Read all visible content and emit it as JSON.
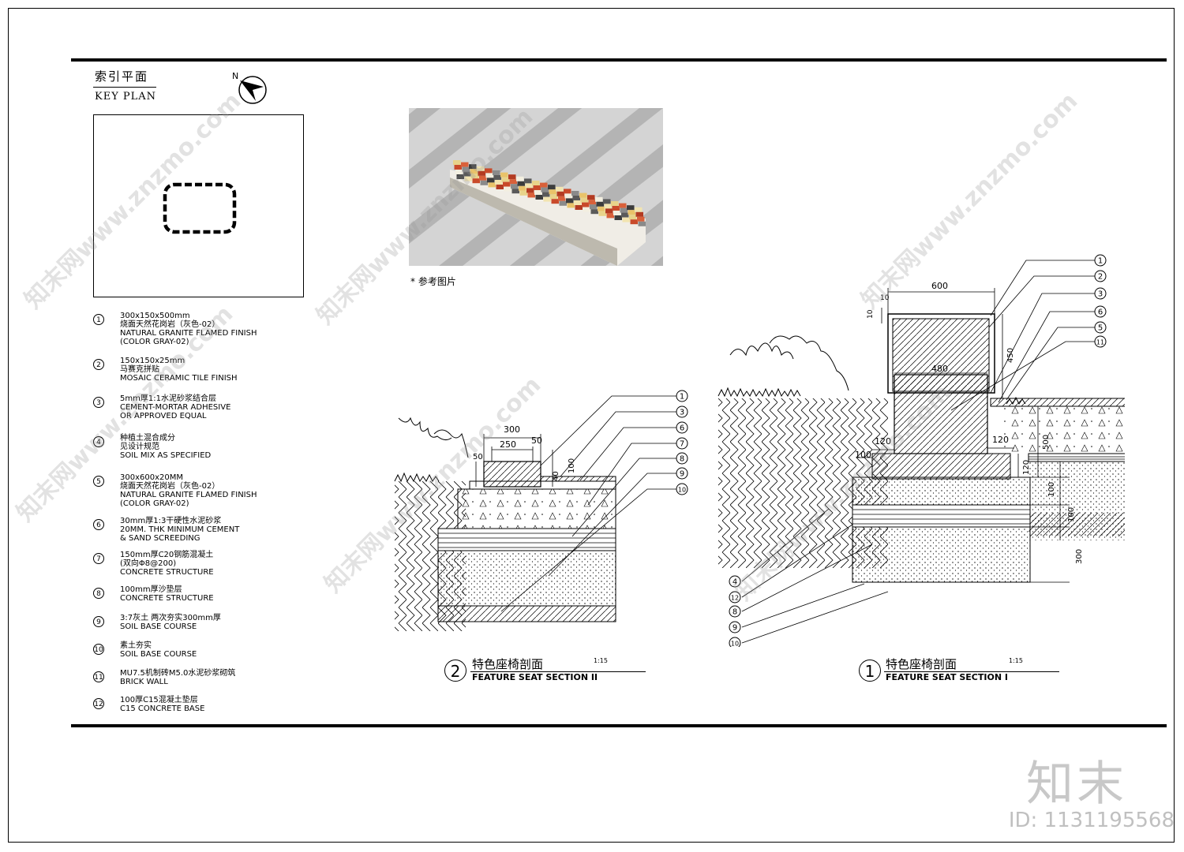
{
  "key_plan": {
    "title_cn": "索引平面",
    "title_en": "KEY PLAN",
    "north": "N"
  },
  "legend": [
    {
      "num": "1",
      "lines": [
        "300x150x500mm",
        "烧面天然花岗岩（灰色-02）",
        "NATURAL GRANITE FLAMED FINISH",
        "(COLOR GRAY-02)"
      ]
    },
    {
      "num": "2",
      "lines": [
        "150x150x25mm",
        "马赛克拼贴",
        "MOSAIC CERAMIC TILE FINISH"
      ]
    },
    {
      "num": "3",
      "lines": [
        "5mm厚1:1水泥砂浆结合层",
        "CEMENT-MORTAR ADHESIVE",
        "OR APPROVED EQUAL"
      ]
    },
    {
      "num": "4",
      "lines": [
        "种植土混合成分",
        "见设计规范",
        "SOIL MIX AS SPECIFIED"
      ]
    },
    {
      "num": "5",
      "lines": [
        "300x600x20MM",
        "烧面天然花岗岩（灰色-02）",
        "NATURAL GRANITE FLAMED FINISH",
        "(COLOR GRAY-02)"
      ]
    },
    {
      "num": "6",
      "lines": [
        "30mm厚1:3干硬性水泥砂浆",
        "20MM. THK MINIMUM CEMENT",
        "& SAND SCREEDING"
      ]
    },
    {
      "num": "7",
      "lines": [
        "150mm厚C20钢筋混凝土",
        "(双向Φ8@200)",
        "CONCRETE STRUCTURE"
      ]
    },
    {
      "num": "8",
      "lines": [
        "100mm厚沙垫层",
        "CONCRETE STRUCTURE"
      ]
    },
    {
      "num": "9",
      "lines": [
        "3:7灰土 两次夯实300mm厚",
        "SOIL BASE COURSE"
      ]
    },
    {
      "num": "10",
      "lines": [
        "素土夯实",
        "SOIL BASE COURSE"
      ]
    },
    {
      "num": "11",
      "lines": [
        "MU7.5机制砖M5.0水泥砂浆砌筑",
        "BRICK WALL"
      ]
    },
    {
      "num": "12",
      "lines": [
        "100厚C15混凝土垫层",
        "C15 CONCRETE BASE"
      ]
    }
  ],
  "photo": {
    "caption": "* 参考图片"
  },
  "section2": {
    "num": "2",
    "title_cn": "特色座椅剖面",
    "title_en": "FEATURE SEAT SECTION II",
    "scale": "1:15",
    "dims": {
      "d300": "300",
      "d250": "250",
      "d50a": "50",
      "d50b": "50",
      "d40": "40",
      "d100": "100"
    },
    "callouts": [
      "1",
      "3",
      "6",
      "7",
      "8",
      "9",
      "10"
    ]
  },
  "section1": {
    "num": "1",
    "title_cn": "特色座椅剖面",
    "title_en": "FEATURE SEAT SECTION I",
    "scale": "1:15",
    "dims": {
      "d600": "600",
      "d480": "480",
      "d10a": "10",
      "d10b": "10",
      "d450": "450",
      "d120a": "120",
      "d120b": "120",
      "d100a": "100",
      "d500": "500",
      "d120c": "120",
      "d100b": "100",
      "d100c": "100",
      "d300": "300"
    },
    "callouts_right": [
      "1",
      "2",
      "3",
      "6",
      "5",
      "11"
    ],
    "callouts_left": [
      "4",
      "12",
      "8",
      "9",
      "10"
    ]
  },
  "watermark": {
    "text": "知末网www.znzmo.com",
    "brand": "知末",
    "id": "ID: 1131195568"
  }
}
